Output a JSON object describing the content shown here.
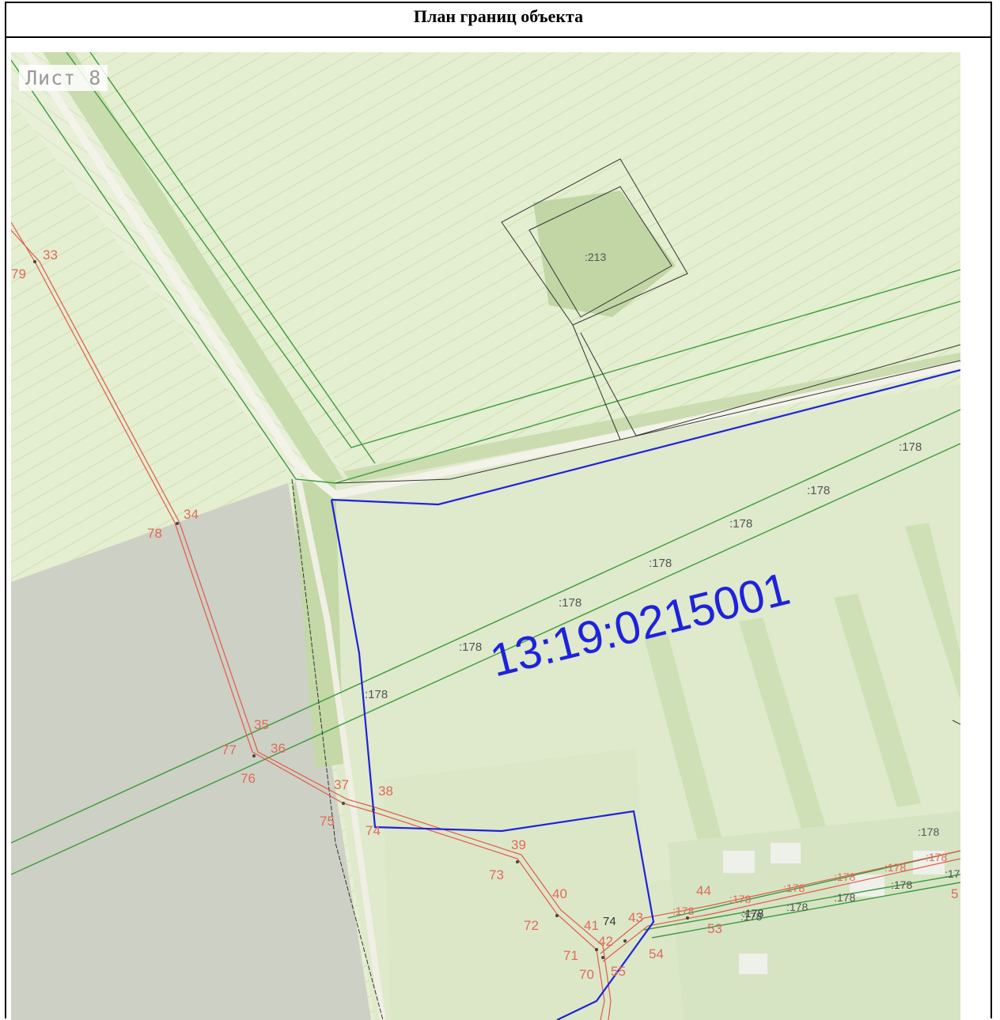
{
  "header": {
    "title": "План границ объекта"
  },
  "map": {
    "sheet_label": "Лист 8",
    "cadastral_block": "13:19:0215001",
    "parcel_labels": [
      ":213",
      ":178",
      ":178",
      ":178",
      ":178",
      ":178",
      ":178",
      ":178",
      ":178",
      ":178",
      ":178",
      ":178",
      ":178",
      ":178",
      ":178",
      ":178",
      ":178",
      ":178",
      ":178",
      ":178",
      ":17"
    ],
    "point_labels": [
      "33",
      "79",
      "34",
      "78",
      "35",
      "77",
      "36",
      "76",
      "37",
      "38",
      "75",
      "74",
      "39",
      "73",
      "40",
      "72",
      "41",
      "74",
      "43",
      "42",
      "71",
      "70",
      "55",
      "54",
      "44",
      "53",
      "5"
    ],
    "colors": {
      "background_field": "#e6f0d2",
      "dark_field": "#c9ccc0",
      "green_boundary": "#3c9a3c",
      "blue_boundary": "#1e22dc",
      "red_line": "#e05a4a",
      "black_line": "#333333",
      "red_label": "#e06a5a",
      "gray_label": "#555555"
    },
    "icons": [
      "point-marker-icon"
    ]
  }
}
